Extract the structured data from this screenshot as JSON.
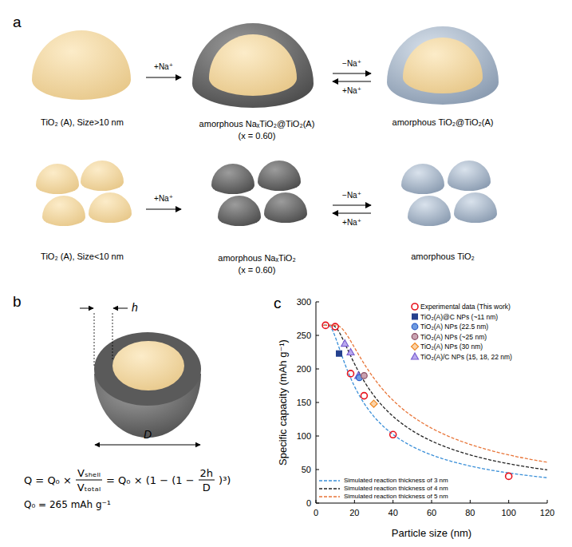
{
  "diagram": {
    "nodes": [
      {
        "text": [
          "TiO₂ (A), Size>10 nm"
        ]
      },
      {
        "text": [
          "amorphous NaₓTiO₂@TiO₂(A)",
          "(x = 0.60)"
        ]
      },
      {
        "text": [
          "amorphous TiO₂@TiO₂(A)"
        ]
      },
      {
        "text": [
          "TiO₂ (A), Size<10 nm"
        ]
      },
      {
        "text": [
          "amorphous NaₓTiO₂",
          "(x = 0.60)"
        ]
      },
      {
        "text": [
          "amorphous TiO₂"
        ]
      }
    ],
    "edges": [
      {
        "from": 0,
        "to": 1,
        "arrow": "to",
        "label": "+Na⁺"
      },
      {
        "from": 1,
        "to": 2,
        "arrow": "to",
        "label": "−Na⁺"
      },
      {
        "from": 2,
        "to": 1,
        "arrow": "to",
        "label": "+Na⁺"
      },
      {
        "from": 3,
        "to": 4,
        "arrow": "to",
        "label": "+Na⁺"
      },
      {
        "from": 4,
        "to": 5,
        "arrow": "to",
        "label": "−Na⁺"
      },
      {
        "from": 5,
        "to": 4,
        "arrow": "to",
        "label": "+Na⁺"
      }
    ],
    "labels": [
      "a",
      "b",
      "c",
      "h",
      "D",
      "Q = Q₀ ×",
      "Vₛₕₑₗₗ",
      "Vₜₒₜₐₗ",
      "= Q₀ × (1 − (1 −",
      "2h",
      "D",
      ")³)",
      "Q₀ = 265 mAh g⁻¹",
      "0",
      "50",
      "100",
      "150",
      "200",
      "250",
      "300",
      "0",
      "20",
      "40",
      "60",
      "80",
      "100",
      "120",
      "Specific capacity (mAh g⁻¹)",
      "Particle size (nm)"
    ],
    "legend": [
      {
        "text": "Experimental data (This work)"
      },
      {
        "text": "TiO₂(A)@C NPs (~11 nm)"
      },
      {
        "text": "TiO₂(A) NPs (22.5 nm)"
      },
      {
        "text": "TiO₂(A) NPs (~25 nm)"
      },
      {
        "text": "TiO₂(A) NPs (30 nm)"
      },
      {
        "text": "TiO₂(A)/C NPs (15, 18, 22 nm)"
      },
      {
        "text": "Simulated reaction thickness of 3 nm"
      },
      {
        "text": "Simulated reaction thickness of 4 nm"
      },
      {
        "text": "Simulated reaction thickness of 5 nm"
      }
    ]
  }
}
